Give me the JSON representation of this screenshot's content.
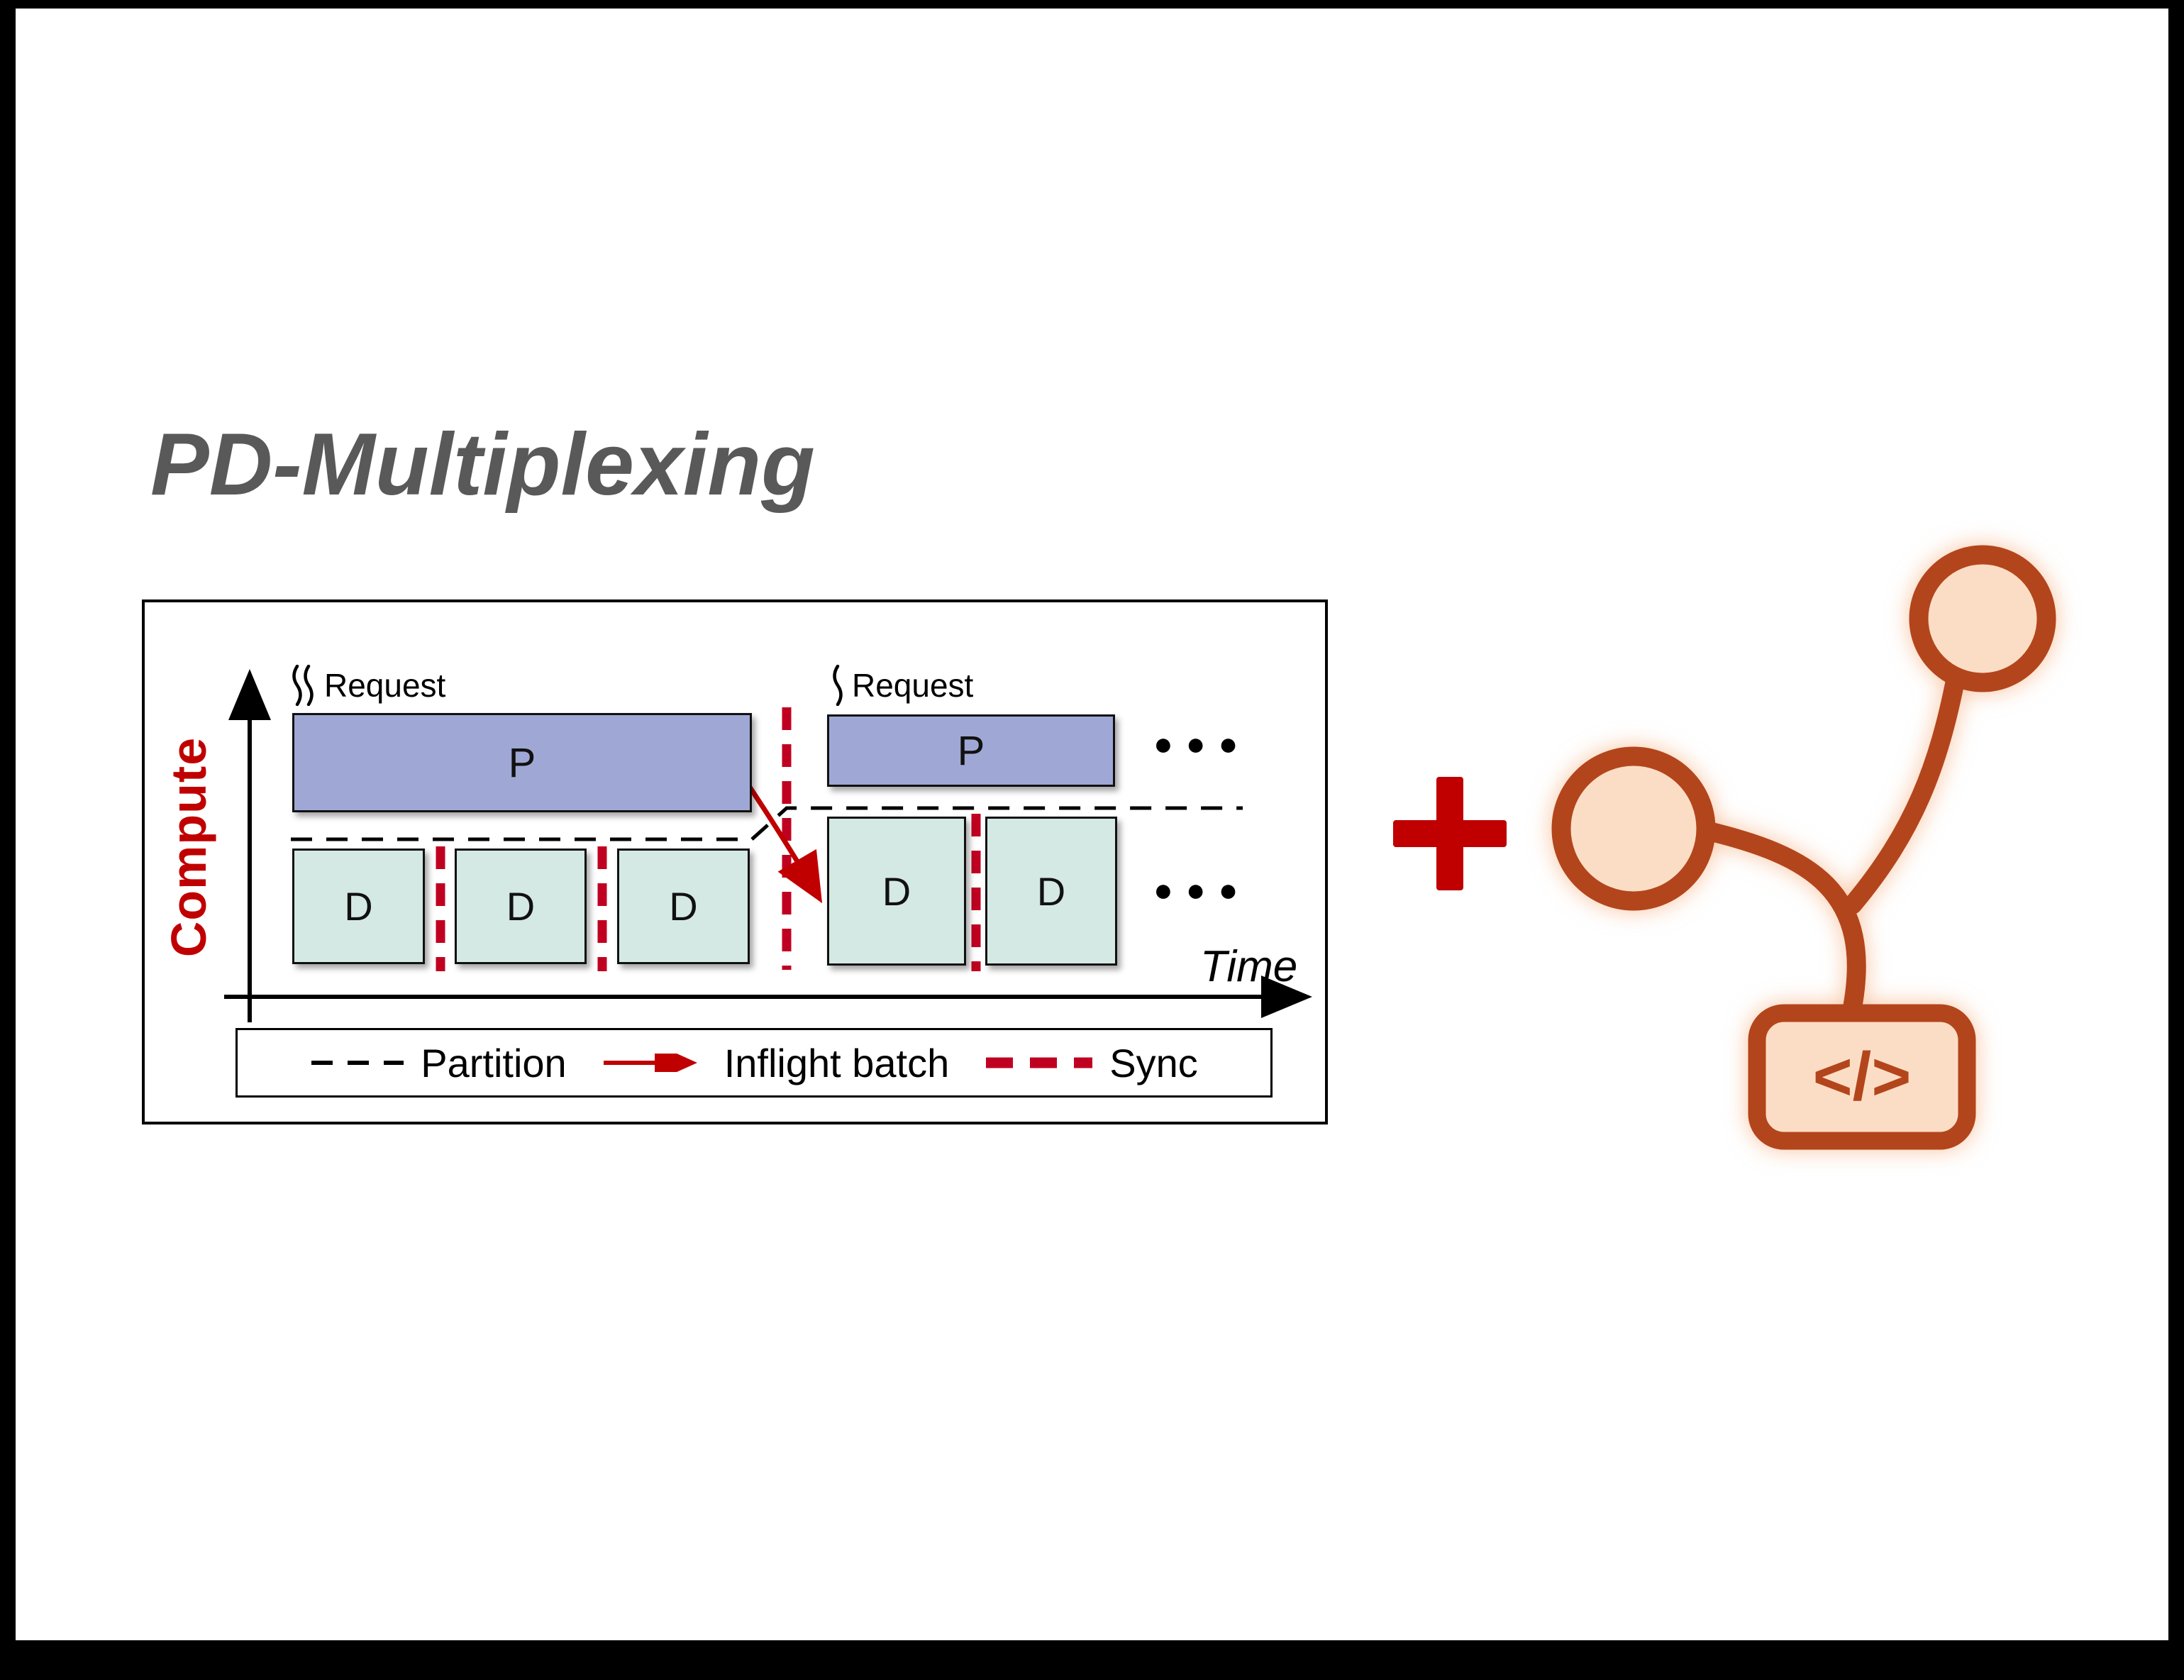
{
  "title": "PD-Multiplexing",
  "figure": {
    "y_axis_label": "Compute",
    "x_axis_label": "Time",
    "requests": [
      "Request",
      "Request"
    ],
    "prefill_boxes": [
      "P",
      "P"
    ],
    "decode_boxes": [
      "D",
      "D",
      "D",
      "D",
      "D"
    ],
    "ellipsis": "●●●",
    "legend": {
      "partition_label": "Partition",
      "inflight_label": "Inflight batch",
      "sync_label": "Sync"
    },
    "colors": {
      "prefill_fill": "#9FA8D5",
      "decode_fill": "#D5E9E4",
      "sync_red": "#C00021",
      "arrow_red": "#C00000",
      "axis_label_red": "#C00000",
      "title_gray": "#595959"
    }
  },
  "plus_sign": "+",
  "code_agent_icon": {
    "code_glyph": "</>",
    "stroke_color": "#B3451C",
    "fill_color": "#FBDDC5"
  }
}
